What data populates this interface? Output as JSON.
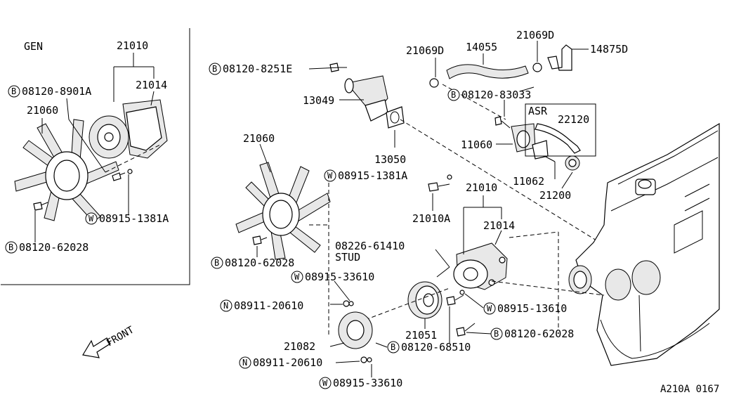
{
  "inset": {
    "title": "GEN",
    "labels": {
      "assy": "21010",
      "pump": "21014",
      "bolt1": "08120-8901A",
      "fan": "21060",
      "washer": "08915-1381A",
      "bolt2": "08120-62028"
    },
    "badges": {
      "bolt1": "B",
      "washer": "W",
      "bolt2": "B"
    }
  },
  "main": {
    "labels": {
      "clamp1": "21069D",
      "hose": "14055",
      "clamp2": "21069D",
      "joint": "14875D",
      "bolt_top": "08120-8251E",
      "outlet": "13049",
      "gasket": "13050",
      "bolt_83033": "08120-83033",
      "asr_title": "ASR",
      "sensor": "22120",
      "housing": "11060",
      "gasket2": "11062",
      "thermostat": "21200",
      "fan": "21060",
      "washer_1381": "08915-1381A",
      "pump_assy": "21010",
      "pump_bolt": "21010A",
      "pump": "21014",
      "stud_no": "08226-61410",
      "stud": "STUD",
      "bolt_fan": "08120-62028",
      "washer_33610a": "08915-33610",
      "nut_a": "08911-20610",
      "washer_13610": "08915-13610",
      "pulley": "21051",
      "bolt_62028": "08120-62028",
      "coupling": "21082",
      "bolt_68510": "08120-68510",
      "nut_b": "08911-20610",
      "washer_33610b": "08915-33610"
    },
    "badges": {
      "bolt_top": "B",
      "bolt_83033": "B",
      "washer_1381": "W",
      "bolt_fan": "B",
      "washer_33610a": "W",
      "nut_a": "N",
      "washer_13610": "W",
      "bolt_62028": "B",
      "bolt_68510": "B",
      "nut_b": "N",
      "washer_33610b": "W"
    },
    "front_label": "FRONT"
  },
  "figure_code": "A210A 0167"
}
